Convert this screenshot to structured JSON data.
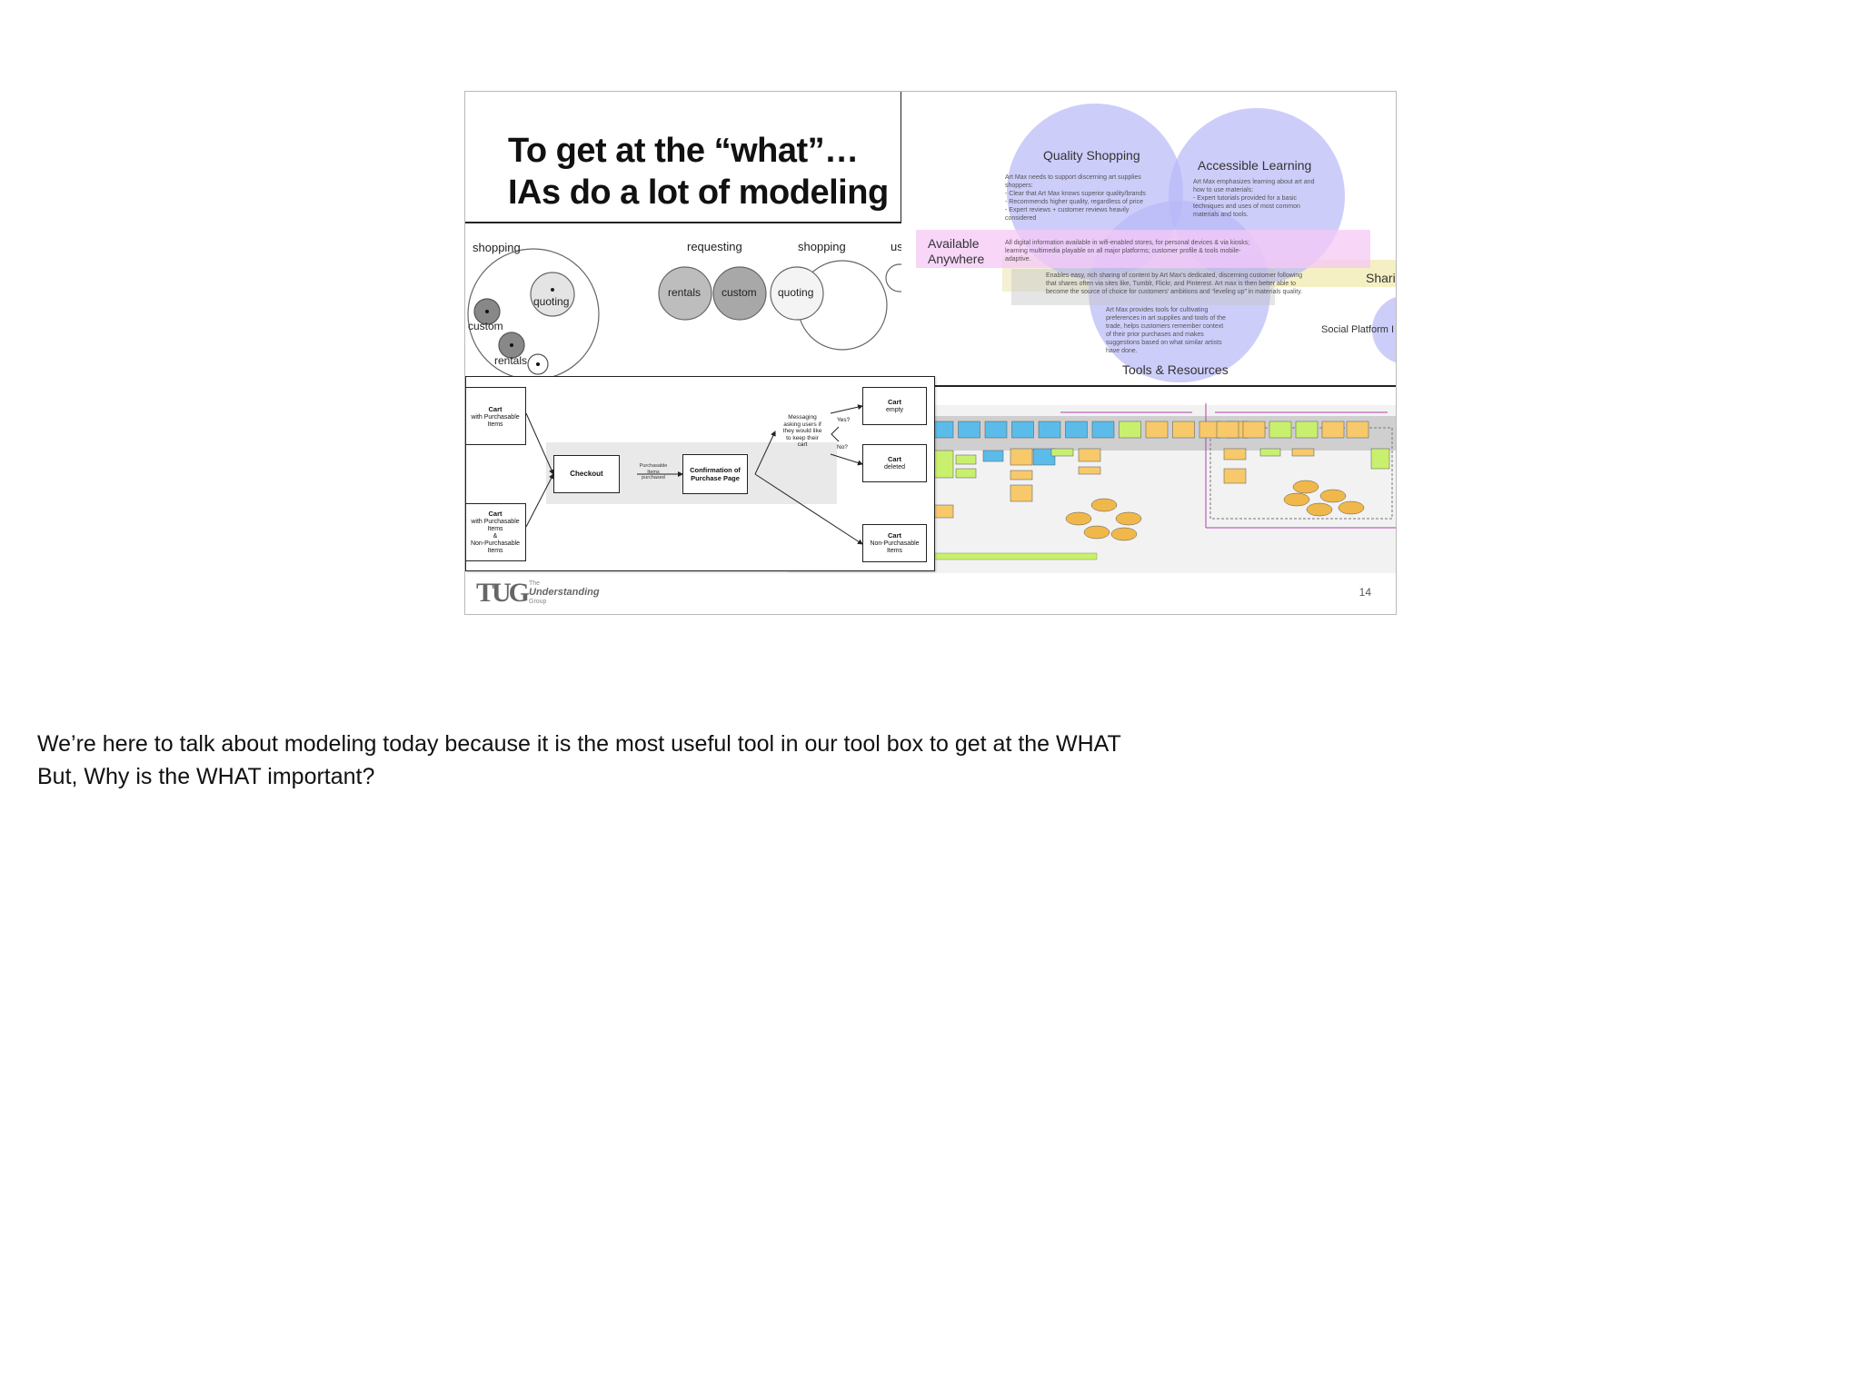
{
  "slide": {
    "title_line1": "To get at the “what”…",
    "title_line2": "IAs do a lot of modeling",
    "page_number": "14",
    "logo": {
      "mark": "TUG",
      "line1": "The",
      "line2": "Understanding",
      "line3": "Group"
    }
  },
  "bubble_model": {
    "col_shopping_1": "shopping",
    "col_requesting": "requesting",
    "col_shopping_2": "shopping",
    "col_cut": "us",
    "quoting_small": "quoting",
    "custom_small": "custom",
    "rentals_small": "rentals",
    "rentals_big": "rentals",
    "custom_big": "custom",
    "quoting_big": "quoting"
  },
  "venn": {
    "quality_title": "Quality Shopping",
    "quality_body": [
      "Art Max needs to support discerning art supplies",
      "shoppers:",
      "-  Clear that Art Max knows superior quality/brands",
      "-  Recommends higher quality, regardless of price",
      "-  Expert reviews + customer reviews heavily",
      "   considered"
    ],
    "learning_title": "Accessible Learning",
    "learning_body": [
      "Art Max emphasizes learning about art and",
      "how to use materials:",
      "-  Expert tutorials provided for a basic",
      "   techniques and uses of most common",
      "   materials and tools."
    ],
    "available_title_1": "Available",
    "available_title_2": "Anywhere",
    "available_body": [
      "All digital information available in wifi-enabled stores, for personal devices & via kiosks;",
      "learning multimedia playable on all major platforms; customer profile & tools mobile-",
      "adaptive."
    ],
    "sharing_title": "Shari",
    "sharing_body": [
      "Enables easy, rich sharing of content by Art Max's dedicated, discerning customer following",
      "that shares often via sites like, Tumblr, Flickr, and Pinterest. Art max is then better able to",
      "become the source of choice for customers' ambitions and “leveling up” in materials quality."
    ],
    "tools_title": "Tools & Resources",
    "tools_body": [
      "Art Max provides tools for cultivating",
      "preferences in art supplies and tools of the",
      "trade, helps customers remember context",
      "of their prior purchases and makes",
      "suggestions based on what similar artists",
      "have done."
    ],
    "social_title": "Social Platform I"
  },
  "flow": {
    "cart1": {
      "title": "Cart",
      "lines": [
        "with Purchasable",
        "Items"
      ]
    },
    "cart2": {
      "title": "Cart",
      "lines": [
        "with Purchasable",
        "Items",
        "&",
        "Non-Purchasable",
        "Items"
      ]
    },
    "checkout": "Checkout",
    "purchasable_note": [
      "Purchasable",
      "Items",
      "purchased"
    ],
    "confirmation": [
      "Confirmation of",
      "Purchase Page"
    ],
    "messaging": [
      "Messaging",
      "asking users if",
      "they would like",
      "to keep their",
      "cart"
    ],
    "yes": "Yes?",
    "no": "No?",
    "cart_empty": {
      "title": "Cart",
      "sub": "empty"
    },
    "cart_deleted": {
      "title": "Cart",
      "sub": "deleted"
    },
    "cart_nonpurch": {
      "title": "Cart",
      "lines": [
        "Non-Purchasable",
        "Items"
      ]
    }
  },
  "notes": {
    "line1": "We’re here to talk about modeling today because it is the most useful tool in our tool box to get at the WHAT",
    "line2": "But, Why is the WHAT important?"
  },
  "colors": {
    "venn_blue": "#b8b8f8",
    "venn_pink": "#f6c8f6",
    "venn_yellow": "#f6efb0",
    "swim_blue": "#5bbcea",
    "swim_yellow": "#f7c96a",
    "swim_green": "#c8f06e",
    "swim_orange": "#f0b84a"
  }
}
